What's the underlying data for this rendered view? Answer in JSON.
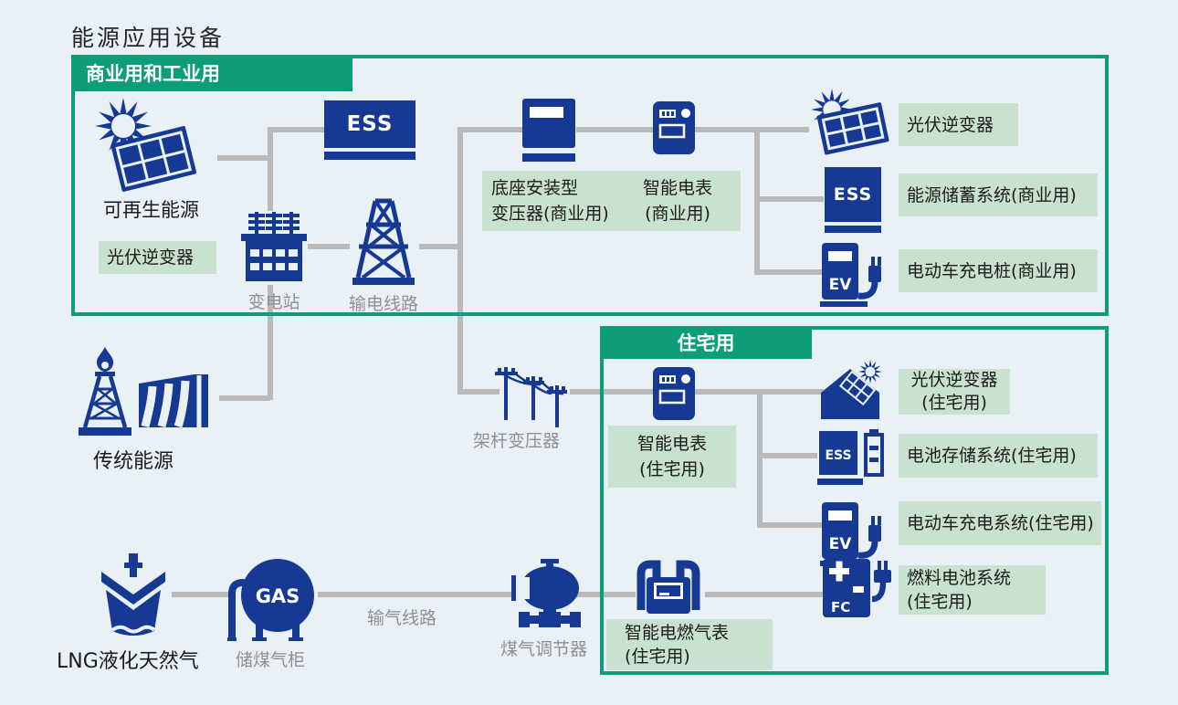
{
  "title": "能源应用设备",
  "colors": {
    "blue": "#163a94",
    "green": "#0d9e79",
    "label_bg": "#c9e2cf",
    "line_gray": "#b9b9b9",
    "text_gray": "#909090",
    "background": "#e9f1f7"
  },
  "commercial": {
    "header": "商业用和工业用",
    "renewable_label": "可再生能源",
    "pv_inverter_tag": "光伏逆变器",
    "substation_label": "变电站",
    "ess_text": "ESS",
    "transmission_label": "输电线路",
    "pad_transformer_tag_line1": "底座安装型",
    "pad_transformer_tag_line2": "变压器(商业用)",
    "smart_meter_tag_line1": "智能电表",
    "smart_meter_tag_line2": "(商业用)",
    "pv_inverter_right_tag": "光伏逆变器",
    "ess_right_text": "ESS",
    "ess_right_tag": "能源储蓄系统(商业用)",
    "ev_text": "EV",
    "ev_tag": "电动车充电桩(商业用)"
  },
  "residential": {
    "header": "住宅用",
    "smart_meter_tag_line1": "智能电表",
    "smart_meter_tag_line2": "(住宅用)",
    "pv_inverter_tag_line1": "光伏逆变器",
    "pv_inverter_tag_line2": "(住宅用)",
    "ess_text": "ESS",
    "battery_tag": "电池存储系统(住宅用)",
    "ev_text": "EV",
    "ev_tag": "电动车充电系统(住宅用)",
    "fc_text": "FC",
    "fuel_cell_tag_line1": "燃料电池系统",
    "fuel_cell_tag_line2": "(住宅用)",
    "gas_meter_tag_line1": "智能电燃气表",
    "gas_meter_tag_line2": "(住宅用)"
  },
  "grid": {
    "pole_transformer_label": "架杆变压器"
  },
  "traditional": {
    "label": "传统能源"
  },
  "gas": {
    "lng_label": "LNG液化天然气",
    "storage_label": "储煤气柜",
    "gas_text": "GAS",
    "pipeline_label": "输气线路",
    "regulator_label": "煤气调节器"
  }
}
